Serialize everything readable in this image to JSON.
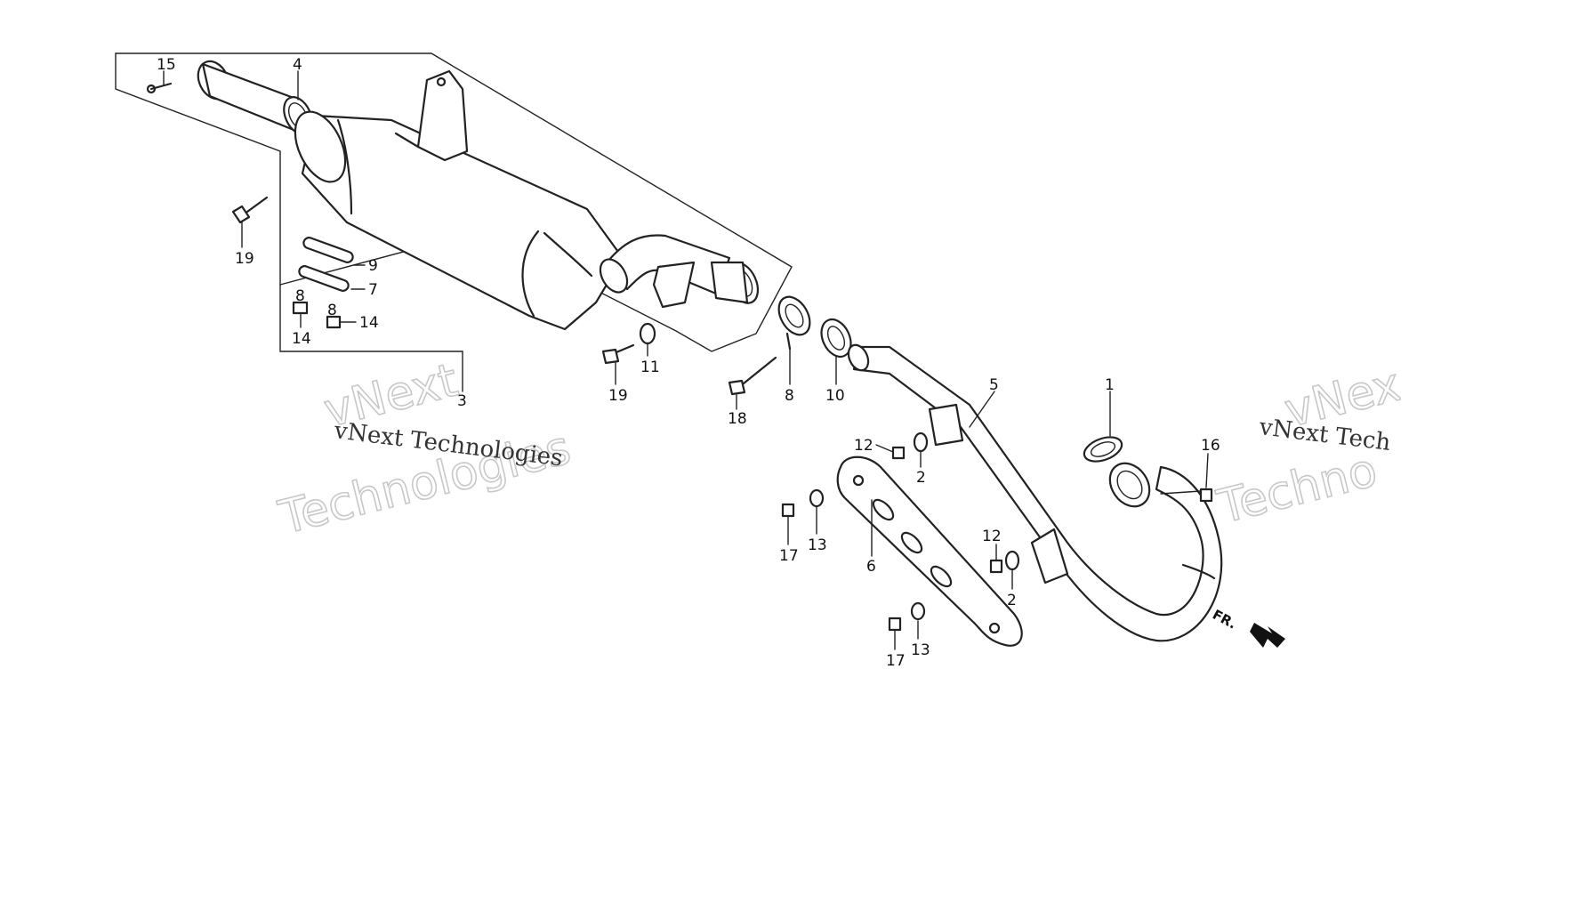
{
  "watermark": {
    "brand_small": "vNext Technologies",
    "brand_big_1": "vNext",
    "brand_big_2": "Technologies",
    "right_small": "vNext Tech",
    "right_big_1": "vNex",
    "right_big_2": "Techno"
  },
  "direction_label": "FR.",
  "part_numbers": {
    "p15": "15",
    "p4": "4",
    "p19a": "19",
    "p9": "9",
    "p7": "7",
    "p8a": "8",
    "p14a": "14",
    "p8b": "8",
    "p14b": "14",
    "p3": "3",
    "p19b": "19",
    "p11": "11",
    "p18": "18",
    "p8c": "8",
    "p10": "10",
    "p5": "5",
    "p1": "1",
    "p16": "16",
    "p12a": "12",
    "p2a": "2",
    "p17a": "17",
    "p13a": "13",
    "p6": "6",
    "p12b": "12",
    "p2b": "2",
    "p17b": "17",
    "p13b": "13"
  }
}
